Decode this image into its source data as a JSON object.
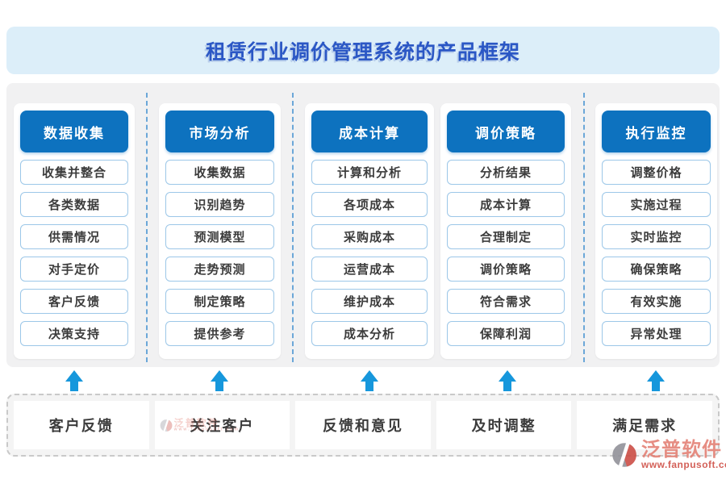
{
  "title": "租赁行业调价管理系统的产品框架",
  "columns": [
    {
      "header": "数据收集",
      "items": [
        "收集并整合",
        "各类数据",
        "供需情况",
        "对手定价",
        "客户反馈",
        "决策支持"
      ]
    },
    {
      "header": "市场分析",
      "items": [
        "收集数据",
        "识别趋势",
        "预测模型",
        "走势预测",
        "制定策略",
        "提供参考"
      ]
    },
    {
      "header": "成本计算",
      "items": [
        "计算和分析",
        "各项成本",
        "采购成本",
        "运营成本",
        "维护成本",
        "成本分析"
      ]
    },
    {
      "header": "调价策略",
      "items": [
        "分析结果",
        "成本计算",
        "合理制定",
        "调价策略",
        "符合需求",
        "保障利润"
      ]
    },
    {
      "header": "执行监控",
      "items": [
        "调整价格",
        "实施过程",
        "实时监控",
        "确保策略",
        "有效实施",
        "异常处理"
      ]
    }
  ],
  "bottom_row": [
    "客户反馈",
    "关注客户",
    "反馈和意见",
    "及时调整",
    "满足需求"
  ],
  "watermark": {
    "brand": "泛普软件",
    "url": "www.fanpusoft.com"
  },
  "colors": {
    "banner_bg": "#dceef9",
    "title_text": "#2b57c5",
    "header_button": "#0d72bf",
    "item_border": "#9cc7e8",
    "item_text": "#3c3c3c",
    "column_separator": "#6ba7d8",
    "arrow": "#1697dc",
    "bottom_strip_bg": "#f4f4f4",
    "bottom_strip_border": "#c9c9c9",
    "brand_text": "#e37e72",
    "brand_url": "#ce4b41"
  },
  "icons": {
    "arrow_up": "up-arrow-icon",
    "brand_logo": "fanpu-logo-icon"
  }
}
